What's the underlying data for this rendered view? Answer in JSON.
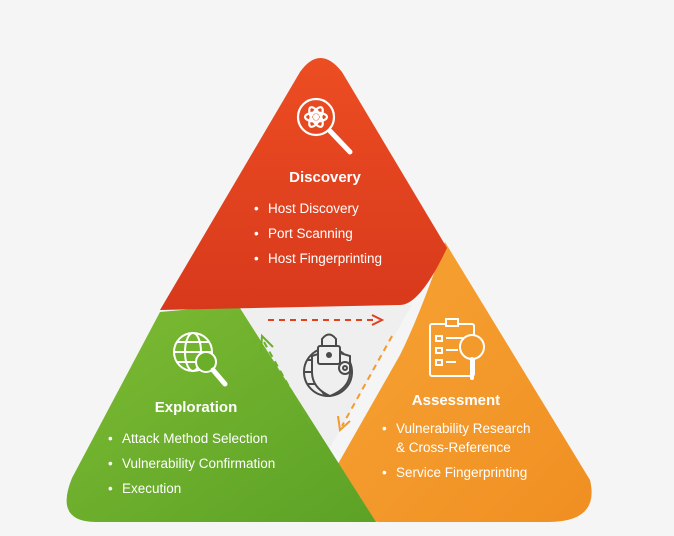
{
  "colors": {
    "discovery": "#e0401e",
    "assessment": "#f39a2c",
    "exploration": "#6aae2a",
    "center": "#efefef",
    "arrow_red": "#e0401e",
    "arrow_orange": "#f39a2c",
    "arrow_green": "#6aae2a"
  },
  "sections": {
    "discovery": {
      "title": "Discovery",
      "icon": "magnifier-atom-icon",
      "items": [
        "Host Discovery",
        "Port Scanning",
        "Host Fingerprinting"
      ]
    },
    "assessment": {
      "title": "Assessment",
      "icon": "checklist-magnifier-icon",
      "items": [
        "Vulnerability Research",
        "& Cross-Reference",
        "Service Fingerprinting"
      ]
    },
    "exploration": {
      "title": "Exploration",
      "icon": "globe-magnifier-icon",
      "items": [
        "Attack Method Selection",
        "Vulnerability Confirmation",
        "Execution"
      ]
    }
  },
  "center": {
    "icon": "globe-shield-lock-icon"
  }
}
